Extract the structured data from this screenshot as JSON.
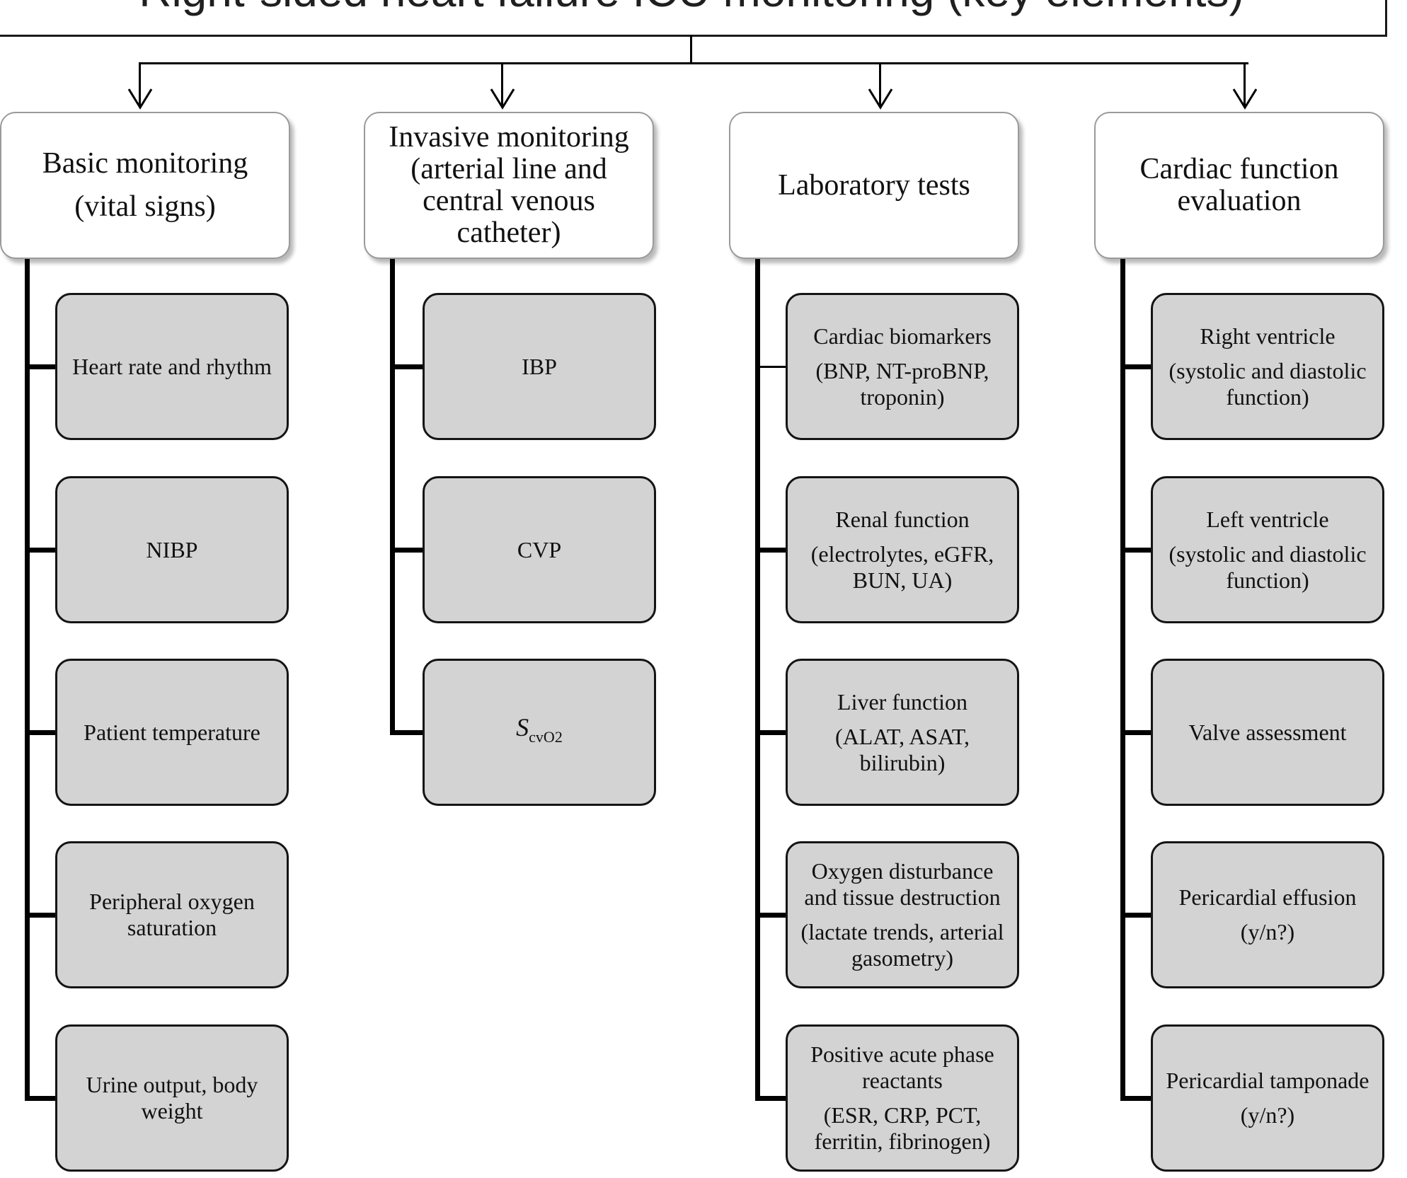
{
  "title": "Right-sided heart failure ICU monitoring (key elements)",
  "columns": [
    {
      "header": [
        "Basic monitoring",
        "(vital signs)"
      ],
      "items": [
        {
          "main": "Heart rate and rhythm"
        },
        {
          "main": "NIBP"
        },
        {
          "main": "Patient temperature"
        },
        {
          "main": "Peripheral oxygen saturation"
        },
        {
          "main": "Urine output, body weight"
        }
      ]
    },
    {
      "header": [
        "Invasive monitoring",
        "(arterial line and",
        "central venous",
        "catheter)"
      ],
      "items": [
        {
          "main": "IBP"
        },
        {
          "main": "CVP"
        },
        {
          "symbol": "S",
          "symbol_sub": "cvO2"
        }
      ]
    },
    {
      "header": [
        "Laboratory tests"
      ],
      "items": [
        {
          "main": "Cardiac biomarkers",
          "sub": "(BNP, NT-proBNP, troponin)"
        },
        {
          "main": "Renal function",
          "sub": "(electrolytes, eGFR, BUN, UA)"
        },
        {
          "main": "Liver function",
          "sub": "(ALAT, ASAT, bilirubin)"
        },
        {
          "main": "Oxygen disturbance and tissue destruction",
          "sub": "(lactate trends, arterial gasometry)"
        },
        {
          "main": "Positive acute phase reactants",
          "sub": "(ESR, CRP, PCT, ferritin, fibrinogen)"
        }
      ]
    },
    {
      "header": [
        "Cardiac function",
        "evaluation"
      ],
      "items": [
        {
          "main": "Right ventricle",
          "sub": "(systolic and diastolic function)"
        },
        {
          "main": "Left ventricle",
          "sub": "(systolic and diastolic function)"
        },
        {
          "main": "Valve assessment"
        },
        {
          "main": "Pericardial effusion",
          "sub": "(y/n?)"
        },
        {
          "main": "Pericardial tamponade",
          "sub": "(y/n?)"
        }
      ]
    }
  ]
}
